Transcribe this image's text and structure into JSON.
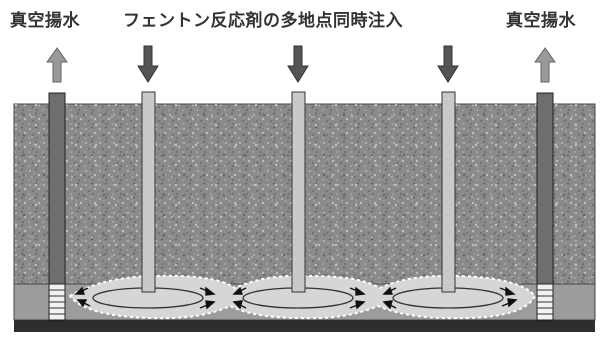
{
  "labels": {
    "left": "真空揚水",
    "center": "フェントン反応剤の多地点同時注入",
    "right": "真空揚水"
  },
  "colors": {
    "soil": "#8a8a8a",
    "soil_speckle_light": "#b5b5b5",
    "soil_speckle_dark": "#5a5a5a",
    "saturated_layer": "#9c9c9c",
    "bedrock": "#2e2e2e",
    "injection_pipe": "#c9c9c9",
    "extraction_pipe": "#6e6e6e",
    "up_arrow": "#9a9a9a",
    "down_arrow": "#555555",
    "spread_zone": "#d6d6d6"
  },
  "icons": {
    "extraction_arrow": "arrow-up-icon",
    "injection_arrow": "arrow-down-icon"
  }
}
